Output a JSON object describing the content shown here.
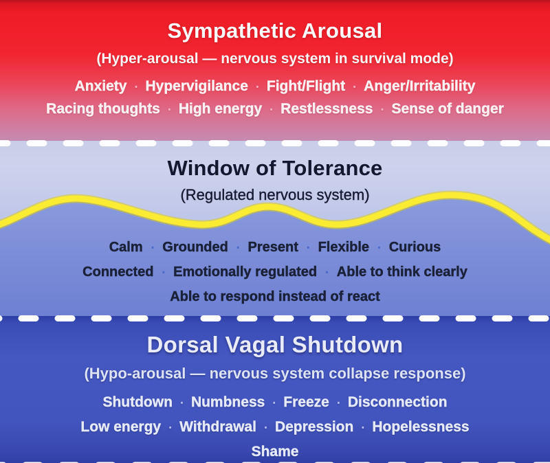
{
  "colors": {
    "wave_yellow": "#f9ec33",
    "wave_yellow_edge": "#ddcc15",
    "wave_fill_top": "#8a9bdd",
    "wave_fill_bottom": "#6c7ed2",
    "dash_white": "#fcfcfe",
    "top_separator_dot": "#f5b3c2",
    "middle_separator_dot": "#4468cc",
    "bottom_separator_dot": "#b5c0ee"
  },
  "sections": {
    "sympathetic": {
      "title": "Sympathetic Arousal",
      "subtitle": "(Hyper-arousal — nervous system in survival mode)",
      "lines": [
        [
          "Anxiety",
          "Hypervigilance",
          "Fight/Flight",
          "Anger/Irritability"
        ],
        [
          "Racing thoughts",
          "High energy",
          "Restlessness",
          "Sense of danger"
        ]
      ]
    },
    "window": {
      "title": "Window of Tolerance",
      "subtitle": "(Regulated nervous system)",
      "lines": [
        [
          "Calm",
          "Grounded",
          "Present",
          "Flexible",
          "Curious"
        ],
        [
          "Connected",
          "Emotionally regulated",
          "Able to think clearly"
        ],
        [
          "Able to respond instead of react"
        ]
      ]
    },
    "dorsal": {
      "title": "Dorsal Vagal Shutdown",
      "subtitle": "(Hypo-arousal — nervous system collapse response)",
      "lines": [
        [
          {
            "text": "Shutdown",
            "bold": true
          },
          "Numbness",
          "Freeze",
          "Disconnection"
        ],
        [
          {
            "text": "Low energy",
            "bold": true
          },
          "Withdrawal",
          "Depression",
          "Hopelessness"
        ],
        [
          {
            "text": "Shame",
            "bold": true
          }
        ]
      ]
    }
  }
}
